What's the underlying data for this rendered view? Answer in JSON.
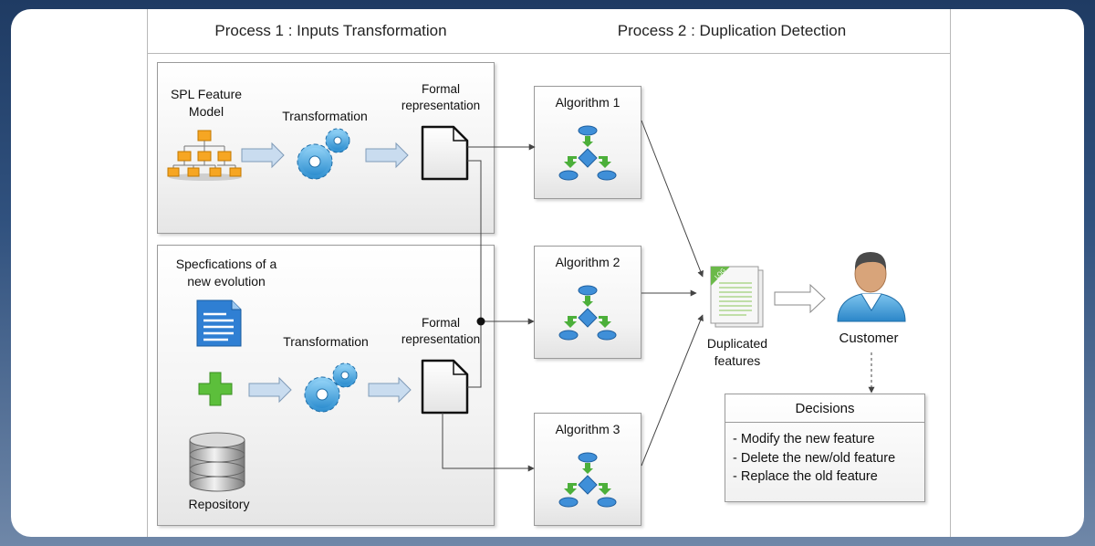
{
  "process1": {
    "title": "Process 1 : Inputs Transformation",
    "spl_label": "SPL Feature\nModel",
    "transformation_label_1": "Transformation",
    "formal_label_1": "Formal\nrepresentation",
    "spec_label": "Specfications of a\nnew evolution",
    "transformation_label_2": "Transformation",
    "formal_label_2": "Formal\nrepresentation",
    "repository_label": "Repository"
  },
  "process2": {
    "title": "Process 2 : Duplication Detection",
    "algorithms": [
      "Algorithm 1",
      "Algorithm 2",
      "Algorithm 3"
    ],
    "duplicated_label": "Duplicated\nfeatures",
    "log_tag": "LOG",
    "customer_label": "Customer",
    "decisions": {
      "title": "Decisions",
      "items": [
        "- Modify the new feature",
        "- Delete the new/old feature",
        "- Replace the old feature"
      ]
    }
  },
  "colors": {
    "accent_blue": "#3f8fd8",
    "accent_green": "#4caf3a",
    "arrow_fill": "#c9dcef"
  }
}
